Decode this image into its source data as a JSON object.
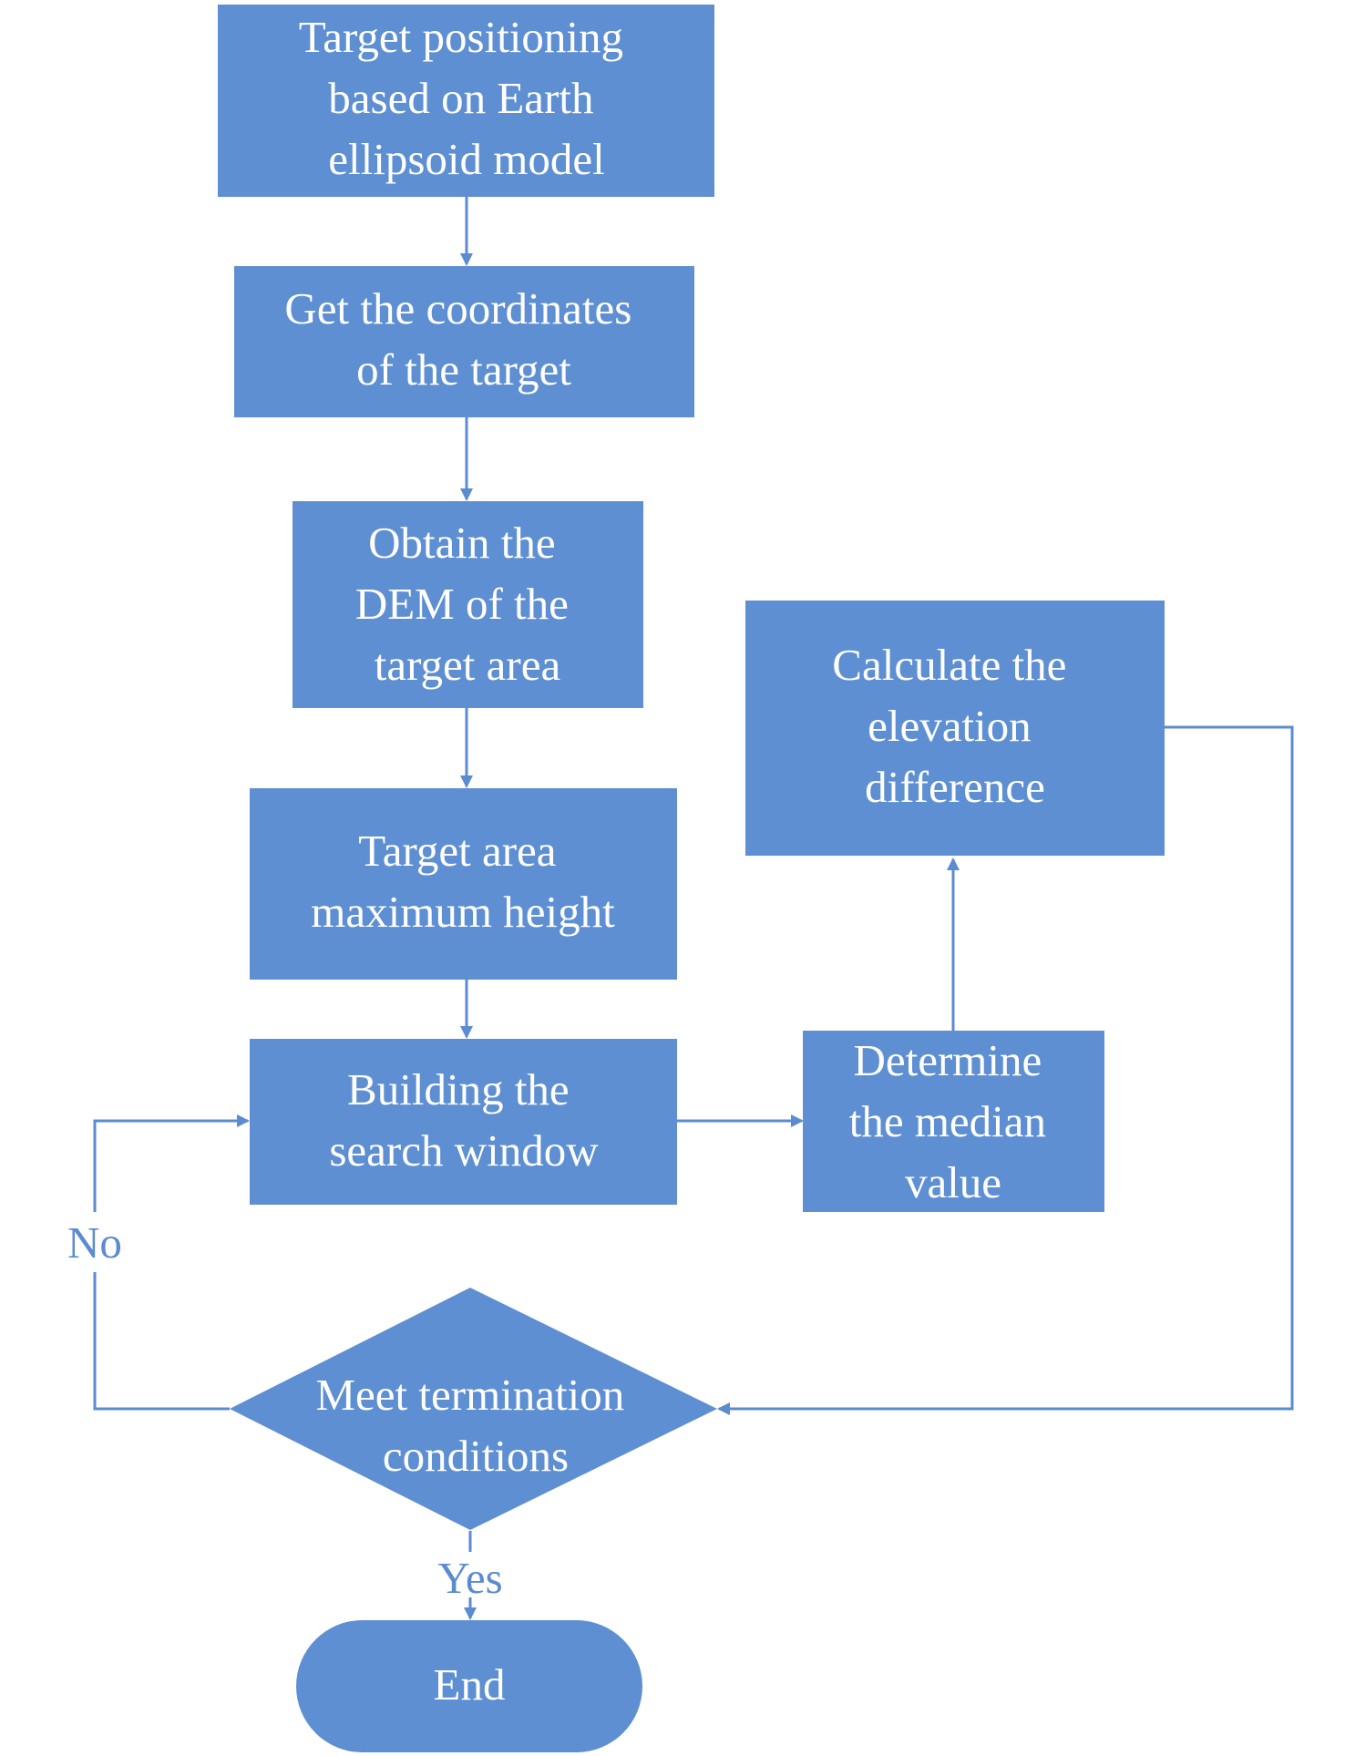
{
  "colors": {
    "box_fill": "#5e8fd2",
    "edge": "#5b8bd0",
    "node_text": "#ffffff",
    "background": "#ffffff"
  },
  "nodes": {
    "target_positioning": {
      "lines": [
        "Target positioning",
        "based on Earth",
        "ellipsoid model"
      ]
    },
    "get_coordinates": {
      "lines": [
        "Get the coordinates",
        "of the target"
      ]
    },
    "obtain_dem": {
      "lines": [
        "Obtain the",
        "DEM of the",
        "target area"
      ]
    },
    "max_height": {
      "lines": [
        "Target area",
        "maximum height"
      ]
    },
    "search_window": {
      "lines": [
        "Building the",
        "search window"
      ]
    },
    "median_value": {
      "lines": [
        "Determine",
        "the median",
        "value"
      ]
    },
    "elevation_difference": {
      "lines": [
        "Calculate the",
        "elevation",
        "difference"
      ]
    },
    "termination": {
      "lines": [
        "Meet termination",
        "conditions"
      ]
    },
    "end": {
      "lines": [
        "End"
      ]
    }
  },
  "edge_labels": {
    "no": "No",
    "yes": "Yes"
  }
}
